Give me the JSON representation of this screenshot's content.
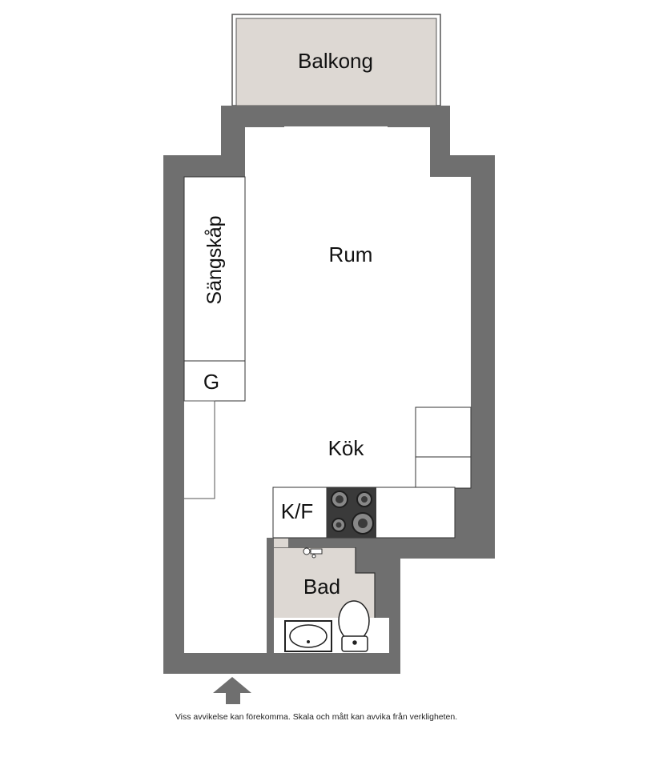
{
  "labels": {
    "balcony": "Balkong",
    "room": "Rum",
    "bed_closet": "Sängskåp",
    "wardrobe": "G",
    "kitchen": "Kök",
    "fridge_freezer": "K/F",
    "bathroom": "Bad"
  },
  "disclaimer": "Viss avvikelse kan förekomma. Skala och mått kan avvika från verkligheten.",
  "colors": {
    "wall": "#6f6f6f",
    "balcony_fill": "#ddd8d3",
    "bathroom_fill": "#ddd8d3",
    "stove": "#3a3a3a",
    "floor": "#ffffff"
  },
  "icons": {
    "entrance": "entrance-arrow-icon",
    "stove": "stove-icon",
    "toilet": "toilet-icon",
    "sink": "sink-icon",
    "shower": "shower-icon"
  }
}
